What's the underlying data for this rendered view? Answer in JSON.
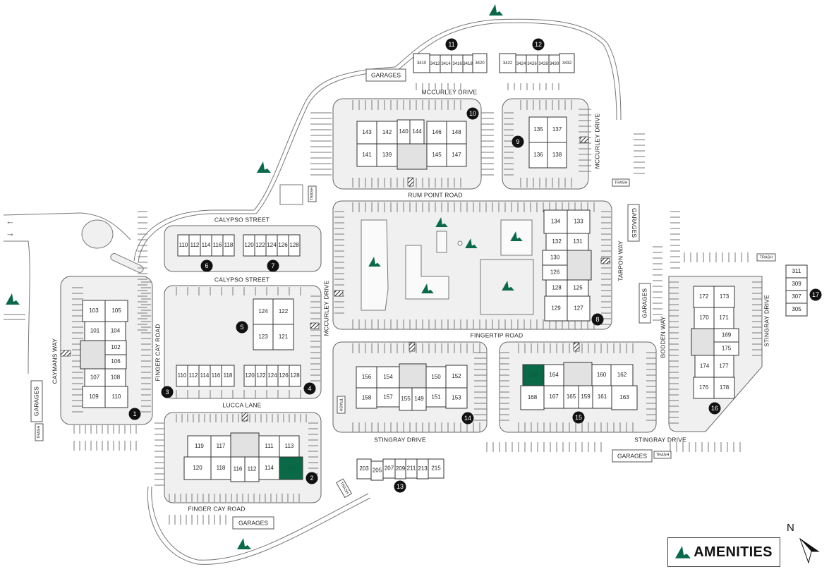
{
  "map": {
    "title": "Community Site Map",
    "colors": {
      "amenity": "#0a6a48",
      "highlight_unit": "#0a6a48",
      "lot": "#f0f0f0",
      "building_core": "#e2e2e2",
      "badge": "#111111"
    },
    "streets": [
      {
        "id": "mccurley-drive-top",
        "label": "MCCURLEY DRIVE"
      },
      {
        "id": "rum-point-road",
        "label": "RUM POINT ROAD"
      },
      {
        "id": "mccurley-drive-right",
        "label": "MCCURLEY DRIVE"
      },
      {
        "id": "calypso-street-top",
        "label": "CALYPSO STREET"
      },
      {
        "id": "calypso-street-bottom",
        "label": "CALYPSO STREET"
      },
      {
        "id": "mccurley-drive-mid",
        "label": "MCCURLEY DRIVE"
      },
      {
        "id": "fingertip-road",
        "label": "FINGERTIP ROAD"
      },
      {
        "id": "tarpon-way",
        "label": "TARPON WAY"
      },
      {
        "id": "bodden-way",
        "label": "BODDEN WAY"
      },
      {
        "id": "stingray-drive-right",
        "label": "STINGRAY DRIVE"
      },
      {
        "id": "caymans-way",
        "label": "CAYMANS WAY"
      },
      {
        "id": "finger-cay-road-left",
        "label": "FINGER CAY ROAD"
      },
      {
        "id": "lucca-lane",
        "label": "LUCCA LANE"
      },
      {
        "id": "finger-cay-road-bottom",
        "label": "FINGER CAY ROAD"
      },
      {
        "id": "stingray-drive-mid",
        "label": "STINGRAY DRIVE"
      },
      {
        "id": "stingray-drive-bottom",
        "label": "STINGRAY DRIVE"
      }
    ],
    "facilities": {
      "garages": "GARAGES",
      "trash": "TRASH"
    },
    "buildings": [
      {
        "number": "1",
        "units": [
          "103",
          "105",
          "101",
          "104",
          "102",
          "106",
          "107",
          "108",
          "109",
          "110"
        ]
      },
      {
        "number": "2",
        "units": [
          "119",
          "117",
          "111",
          "113",
          "120",
          "118",
          "116",
          "112",
          "114",
          "115"
        ],
        "highlighted": [
          "115"
        ]
      },
      {
        "number": "3",
        "units": [
          "110",
          "112",
          "114",
          "116",
          "118"
        ]
      },
      {
        "number": "4",
        "units": [
          "120",
          "122",
          "124",
          "126",
          "128"
        ]
      },
      {
        "number": "5",
        "units": [
          "124",
          "122",
          "123",
          "121"
        ]
      },
      {
        "number": "6",
        "units": [
          "110",
          "112",
          "114",
          "116",
          "118"
        ]
      },
      {
        "number": "7",
        "units": [
          "120",
          "122",
          "124",
          "126",
          "128"
        ]
      },
      {
        "number": "8",
        "units": [
          "134",
          "133",
          "132",
          "131",
          "130",
          "126",
          "128",
          "125",
          "129",
          "127"
        ]
      },
      {
        "number": "9",
        "units": [
          "135",
          "137",
          "136",
          "138"
        ]
      },
      {
        "number": "10",
        "units": [
          "143",
          "142",
          "140",
          "144",
          "146",
          "148",
          "141",
          "139",
          "145",
          "147"
        ]
      },
      {
        "number": "11",
        "units": [
          "3410",
          "3412",
          "3414",
          "3416",
          "3418",
          "3420"
        ]
      },
      {
        "number": "12",
        "units": [
          "3422",
          "3424",
          "3426",
          "3428",
          "3430",
          "3432"
        ]
      },
      {
        "number": "13",
        "units": [
          "203",
          "205",
          "207",
          "209",
          "211",
          "213",
          "215"
        ]
      },
      {
        "number": "14",
        "units": [
          "156",
          "154",
          "150",
          "152",
          "158",
          "157",
          "155",
          "149",
          "151",
          "153"
        ]
      },
      {
        "number": "15",
        "units": [
          "166",
          "164",
          "160",
          "162",
          "168",
          "167",
          "165",
          "159",
          "161",
          "163"
        ],
        "highlighted": [
          "166"
        ]
      },
      {
        "number": "16",
        "units": [
          "172",
          "173",
          "170",
          "171",
          "169",
          "175",
          "174",
          "177",
          "176",
          "178"
        ]
      },
      {
        "number": "17",
        "units": [
          "311",
          "309",
          "307",
          "305"
        ]
      }
    ],
    "entrance_arrows": {
      "in": "←",
      "out": "→"
    },
    "legend": {
      "label": "AMENITIES",
      "icon": "amenity-icon"
    },
    "compass": {
      "label": "N"
    }
  }
}
